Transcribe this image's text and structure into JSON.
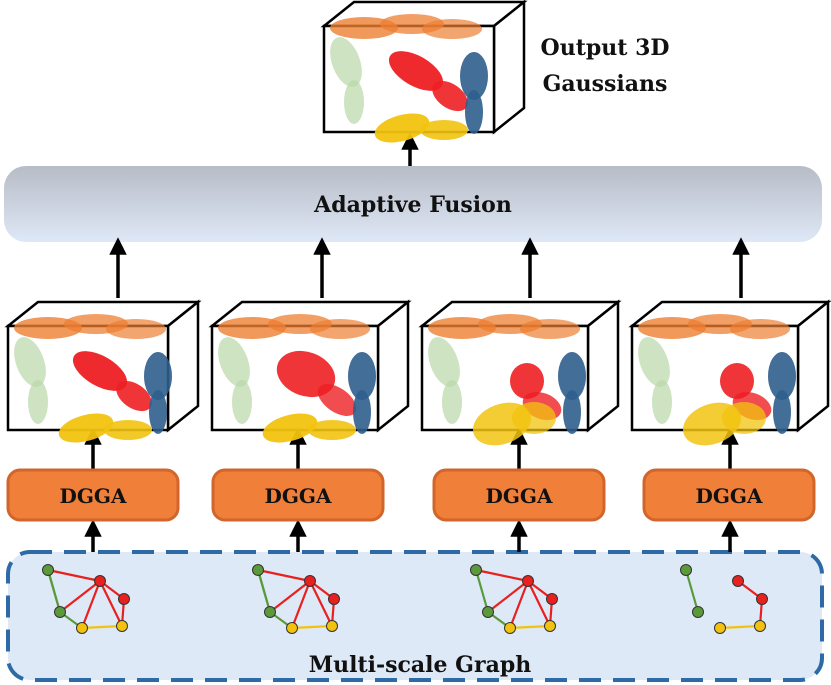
{
  "output": {
    "title_line1": "Output 3D",
    "title_line2": "Gaussians"
  },
  "fusion": {
    "label": "Adaptive Fusion"
  },
  "modules": [
    {
      "label": "DGGA"
    },
    {
      "label": "DGGA"
    },
    {
      "label": "DGGA"
    },
    {
      "label": "DGGA"
    }
  ],
  "graph": {
    "label": "Multi-scale Graph"
  },
  "colors": {
    "dgga_fill": "#f07f3a",
    "dgga_stroke": "#d2652b",
    "graph_fill": "#dde9f6",
    "graph_border": "#2e6aa6",
    "fusion_top": "#b9bfc9",
    "fusion_bottom": "#dde6f6",
    "red": "#ee1f24",
    "blue": "#2f5e8c",
    "yellow": "#f2c30f",
    "green": "#b9d7a8",
    "orange": "#ee7f32",
    "node_green": "#5a9a3a",
    "node_red": "#e8201f",
    "node_yellow": "#f3c20e"
  }
}
